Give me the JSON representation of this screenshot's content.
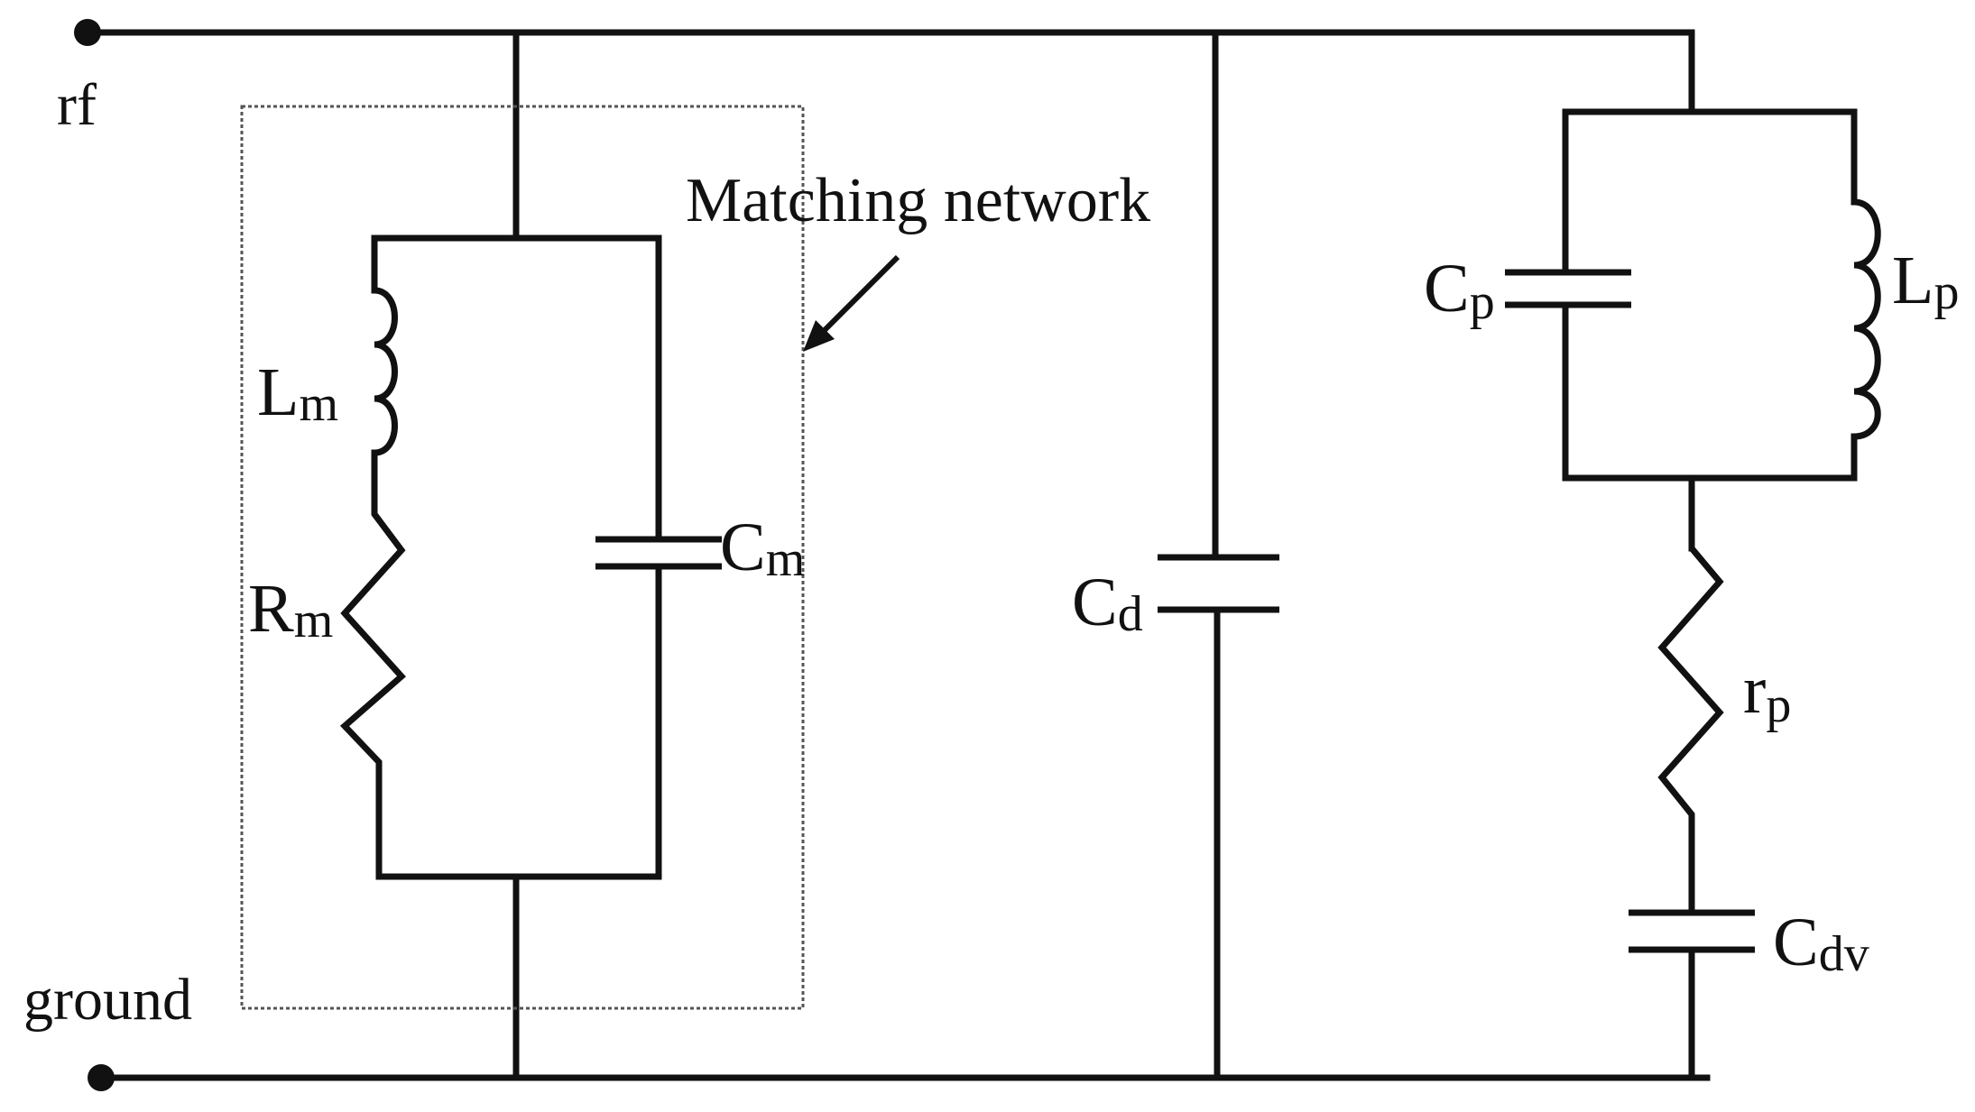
{
  "terminals": {
    "rf": "rf",
    "ground": "ground"
  },
  "matching_network": {
    "label": "Matching network"
  },
  "components": {
    "Lm": {
      "main": "L",
      "sub": "m"
    },
    "Rm": {
      "main": "R",
      "sub": "m"
    },
    "Cm": {
      "main": "C",
      "sub": "m"
    },
    "Cd": {
      "main": "C",
      "sub": "d"
    },
    "Cp": {
      "main": "C",
      "sub": "p"
    },
    "Lp": {
      "main": "L",
      "sub": "p"
    },
    "rp": {
      "main": "r",
      "sub": "p"
    },
    "Cdv": {
      "main": "C",
      "sub": "dv"
    }
  }
}
